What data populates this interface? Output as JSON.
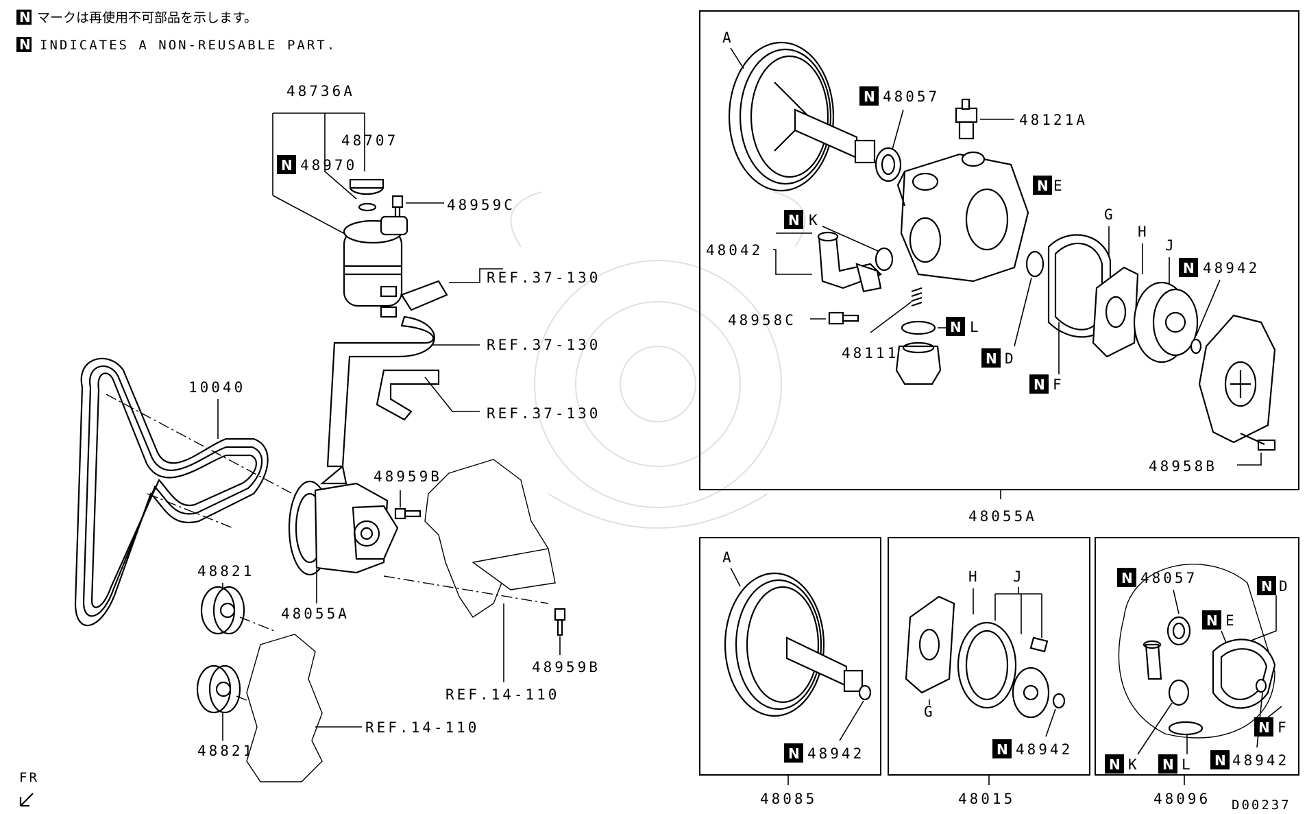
{
  "header": {
    "note_jp": "マークは再使用不可部品を示します。",
    "note_en": "INDICATES A NON-REUSABLE PART.",
    "n_mark": "N"
  },
  "main_labels": {
    "p48736A": "48736A",
    "p48707": "48707",
    "p48970": "48970",
    "p48959C": "48959C",
    "ref1": "REF.37-130",
    "ref2": "REF.37-130",
    "ref3": "REF.37-130",
    "p10040": "10040",
    "p48959B_top": "48959B",
    "p48959B_bot": "48959B",
    "p48821_top": "48821",
    "p48821_bot": "48821",
    "p48055A": "48055A",
    "ref14a": "REF.14-110",
    "ref14b": "REF.14-110",
    "fr": "FR"
  },
  "boxA": {
    "title": "48055A",
    "A": "A",
    "p48057": "48057",
    "p48121A": "48121A",
    "E": "E",
    "G": "G",
    "H": "H",
    "J": "J",
    "p48942": "48942",
    "K": "K",
    "p48042": "48042",
    "p48958C": "48958C",
    "L": "L",
    "p48111": "48111",
    "D": "D",
    "F": "F",
    "p48958B": "48958B"
  },
  "box48085": {
    "title": "48085",
    "A": "A",
    "p48942": "48942"
  },
  "box48015": {
    "title": "48015",
    "H": "H",
    "J": "J",
    "G": "G",
    "p48942": "48942"
  },
  "box48096": {
    "title": "48096",
    "p48057": "48057",
    "D": "D",
    "E": "E",
    "F": "F",
    "K": "K",
    "L": "L",
    "p48942": "48942"
  },
  "footer": {
    "code": "D00237"
  }
}
